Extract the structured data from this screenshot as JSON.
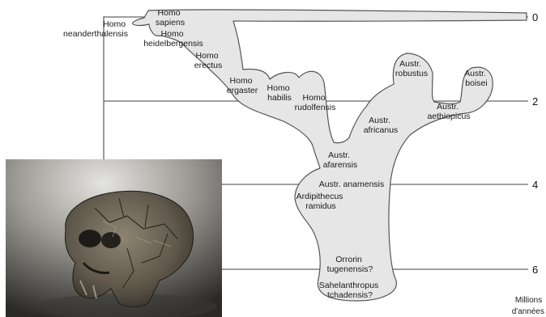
{
  "scale": {
    "ticks": [
      "0",
      "2",
      "4",
      "6"
    ],
    "units_line1": "Millions",
    "units_line2": "d'années"
  },
  "species": {
    "homo_sapiens": [
      "Homo",
      "sapiens"
    ],
    "homo_neanderthalensis": [
      "Homo",
      "neanderthalensis"
    ],
    "homo_heidelbergensis": [
      "Homo",
      "heidelbergensis"
    ],
    "homo_erectus": [
      "Homo",
      "erectus"
    ],
    "homo_ergaster": [
      "Homo",
      "ergaster"
    ],
    "homo_habilis": [
      "Homo",
      "habilis"
    ],
    "homo_rudolfensis": [
      "Homo",
      "rudolfensis"
    ],
    "austr_robustus": [
      "Austr.",
      "robustus"
    ],
    "austr_boisei": [
      "Austr.",
      "boisei"
    ],
    "austr_aethiopicus": [
      "Austr.",
      "aethiopicus"
    ],
    "austr_africanus": [
      "Austr.",
      "africanus"
    ],
    "austr_afarensis": [
      "Austr.",
      "afarensis"
    ],
    "austr_anamensis": "Austr. anamensis",
    "ardipithecus_ramidus": [
      "Ardipithecus",
      "ramidus"
    ],
    "orrorin_tugenensis": [
      "Orrorin",
      "tugenensis?"
    ],
    "sahelanthropus_tchadensis": [
      "Sahelanthropus",
      "tchadensis?"
    ]
  },
  "colors": {
    "tree_fill": "#e6e6e6",
    "tree_stroke": "#555555",
    "line": "#666666"
  }
}
